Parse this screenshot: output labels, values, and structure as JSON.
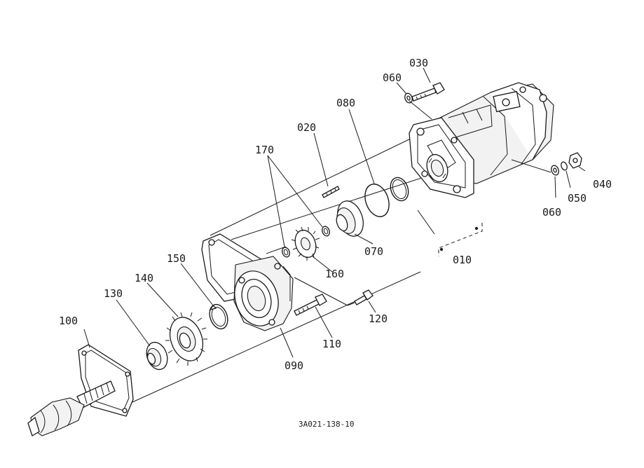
{
  "diagram": {
    "drawing_code": "3A021-138-10",
    "parts": [
      {
        "id": "p010",
        "label": "010"
      },
      {
        "id": "p020",
        "label": "020"
      },
      {
        "id": "p030",
        "label": "030"
      },
      {
        "id": "p040",
        "label": "040"
      },
      {
        "id": "p050",
        "label": "050"
      },
      {
        "id": "p060a",
        "label": "060"
      },
      {
        "id": "p060b",
        "label": "060"
      },
      {
        "id": "p070",
        "label": "070"
      },
      {
        "id": "p080",
        "label": "080"
      },
      {
        "id": "p090",
        "label": "090"
      },
      {
        "id": "p100",
        "label": "100"
      },
      {
        "id": "p110",
        "label": "110"
      },
      {
        "id": "p120",
        "label": "120"
      },
      {
        "id": "p130",
        "label": "130"
      },
      {
        "id": "p140",
        "label": "140"
      },
      {
        "id": "p150",
        "label": "150"
      },
      {
        "id": "p160",
        "label": "160"
      },
      {
        "id": "p170",
        "label": "170"
      }
    ]
  }
}
